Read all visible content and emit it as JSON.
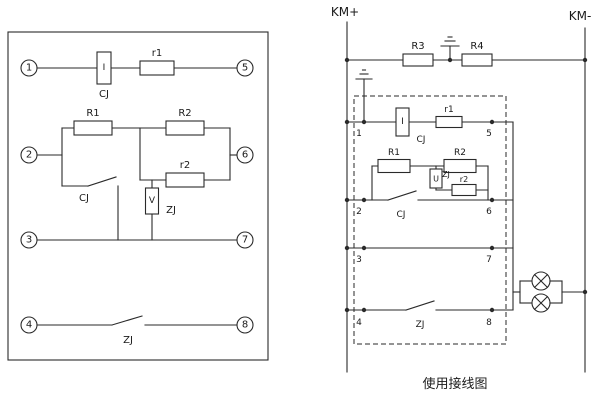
{
  "colors": {
    "line": "#2a2a2a",
    "background": "#ffffff"
  },
  "left": {
    "terminals": [
      "1",
      "2",
      "3",
      "4",
      "5",
      "6",
      "7",
      "8"
    ],
    "cj_coil": {
      "symbol": "I",
      "label": "CJ"
    },
    "r1": "r1",
    "R1": "R1",
    "R2": "R2",
    "r2": "r2",
    "zj_coil": {
      "symbol": "V",
      "label": "ZJ"
    },
    "cj_contact": "CJ",
    "zj_contact": "ZJ"
  },
  "right": {
    "bus_positive": "KM+",
    "bus_negative": "KM-",
    "R3": "R3",
    "R4": "R4",
    "terminals": [
      "1",
      "2",
      "3",
      "4",
      "5",
      "6",
      "7",
      "8"
    ],
    "cj_coil": {
      "symbol": "I",
      "label": "CJ"
    },
    "r1": "r1",
    "R1": "R1",
    "R2": "R2",
    "r2": "r2",
    "zj_coil": {
      "symbol": "U",
      "label": "ZJ"
    },
    "cj_contact": "CJ",
    "zj_contact": "ZJ",
    "caption": "使用接线图"
  }
}
